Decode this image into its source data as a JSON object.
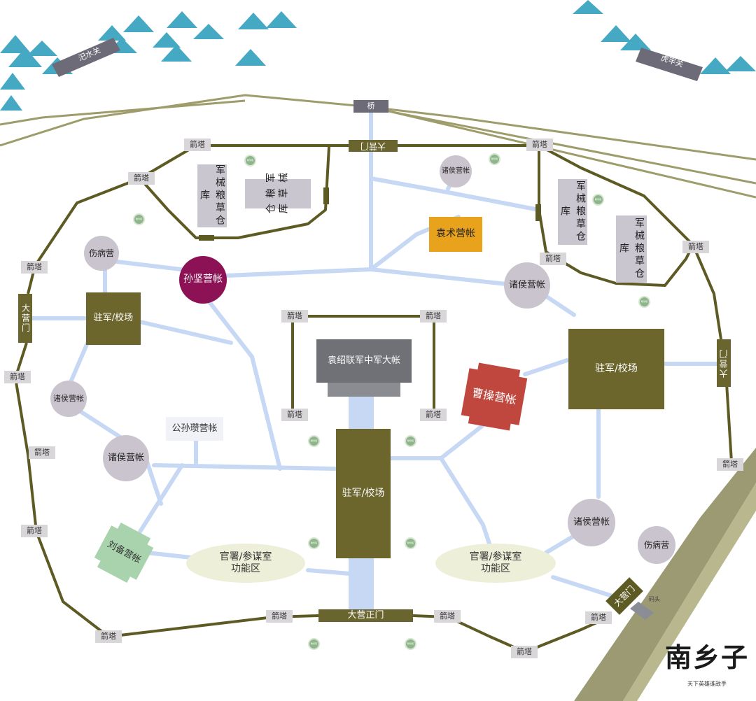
{
  "passes": {
    "sishui": "汜水关",
    "hulao": "虎牢关"
  },
  "bridge": "桥",
  "gates": {
    "north": "大营门",
    "west": "大营门",
    "east": "大营门",
    "southeast": "大营门",
    "south_main": "大营正门"
  },
  "tower_label": "箭塔",
  "watchtower_label": "瞭望塔",
  "pier_label": "码头",
  "depots": {
    "nw_vertical": "军械粮草仓库",
    "nw_rotated": "军械粮草仓库",
    "ne_left": "军械粮草仓库",
    "ne_right": "军械粮草仓库"
  },
  "camps": {
    "sun_jian": "孙坚营帐",
    "yuan_shu": "袁术营帐",
    "cao_cao": "曹操营帐",
    "liu_bei": "刘备营帐",
    "gongsun_zan": "公孙瓒营帐",
    "yuan_shao": "袁绍联军中军大帐"
  },
  "lords_tents": {
    "top": "诸侯营帐",
    "east": "诸侯营帐",
    "west_small": "诸侯营帐",
    "west_large": "诸侯营帐",
    "southeast": "诸侯营帐"
  },
  "infirmary": {
    "west": "伤病营",
    "east": "伤病营"
  },
  "drill_grounds": {
    "west": "驻军/校场",
    "east": "驻军/校场",
    "center": "驻军/校场"
  },
  "offices": {
    "west": {
      "line1": "官署/参谋室",
      "line2": "功能区"
    },
    "east": {
      "line1": "官署/参谋室",
      "line2": "功能区"
    }
  },
  "logo": {
    "main": "南乡子",
    "sub": "天下英雄谁敌手"
  },
  "colors": {
    "mountain": "#46a9c4",
    "wall": "#5e5a24",
    "road": "#c6d8f3",
    "river": "#9b9a72",
    "sun_jian": "#8c1255",
    "yuan_shu": "#e8a21b",
    "cao_cao": "#c0473e",
    "liu_bei": "#a9d3ad",
    "yuan_shao": "#6f7177"
  }
}
